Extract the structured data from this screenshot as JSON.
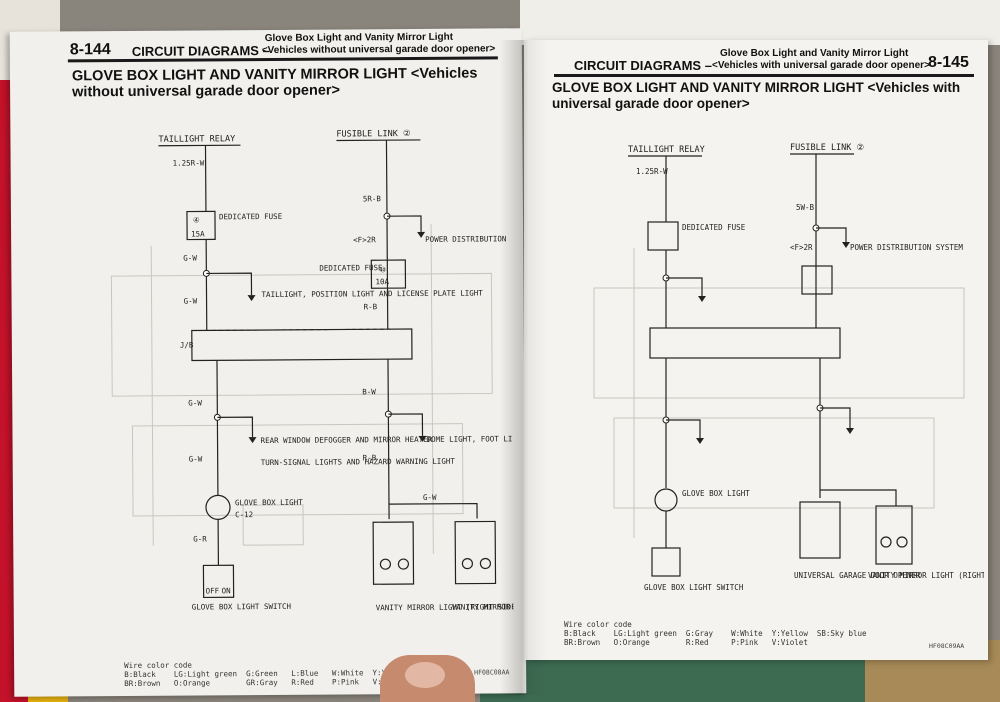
{
  "left_page": {
    "page_number": "8-144",
    "section": "CIRCUIT DIAGRAMS –",
    "subheader_top": "Glove Box Light and Vanity Mirror Light",
    "subheader_bottom": "<Vehicles without universal garade door opener>",
    "title_line1": "GLOVE BOX LIGHT AND VANITY MIRROR LIGHT <Vehicles",
    "title_line2": "without universal garade door opener>",
    "labels": {
      "taillight_relay": "TAILLIGHT RELAY",
      "fusible_link": "FUSIBLE LINK ②",
      "w1": "1.25R-W",
      "w2": "5R-B",
      "dedicated_fuse": "DEDICATED FUSE",
      "fuse_num": "④",
      "fuse_amp": "15A",
      "f2r": "<F>2R",
      "power_dist": "POWER DISTRIBUTION SYSTEM",
      "fuse2_num": "⑩",
      "fuse2_amp": "10A",
      "gw": "G-W",
      "rb": "R-B",
      "bw": "B-W",
      "gr": "G-R",
      "taillight_note": "TAILLIGHT, POSITION LIGHT AND LICENSE PLATE LIGHT",
      "jb": "J/B",
      "rear_window": "REAR WINDOW DEFOGGER AND MIRROR HEATER",
      "turn_signal": "TURN-SIGNAL LIGHTS AND HAZARD WARNING LIGHT",
      "dome_light": "DOME LIGHT, FOOT LIGHT AND LUGGAGE COMPARTMENT LIGHT",
      "glove_box_light": "GLOVE BOX LIGHT",
      "c12": "C-12",
      "glove_box_switch": "GLOVE BOX LIGHT SWITCH",
      "vanity_right": "VANITY MIRROR LIGHT (RIGHT SIDE)",
      "vanity_left": "VANITY MIRROR LIGHT (RIGHT SIDE)",
      "off": "OFF",
      "on": "ON"
    },
    "legend_title": "Wire color code",
    "legend_row1": "B:Black    LG:Light green  G:Green   L:Blue   W:White  Y:Yellow  SB:Sky blue",
    "legend_row2": "BR:Brown   O:Orange        GR:Gray   R:Red    P:Pink   V:Violet",
    "fig_code": "HF08C08AA"
  },
  "right_page": {
    "page_number": "8-145",
    "section": "CIRCUIT DIAGRAMS –",
    "subheader_top": "Glove Box Light and Vanity Mirror Light",
    "subheader_bottom": "<Vehicles with universal garade door opener>",
    "title_line1": "GLOVE BOX LIGHT AND VANITY MIRROR LIGHT <Vehicles with",
    "title_line2": "universal garade door opener>",
    "labels": {
      "taillight_relay": "TAILLIGHT RELAY",
      "fusible_link": "FUSIBLE LINK ②",
      "w1": "1.25R-W",
      "w2": "5W-B",
      "dedicated_fuse": "DEDICATED FUSE",
      "f2r": "<F>2R",
      "power_dist": "POWER DISTRIBUTION SYSTEM",
      "garage": "UNIVERSAL GARAGE DOOR OPENER",
      "vanity": "VANITY MIRROR LIGHT (RIGHT SIDE)",
      "glove_box_switch": "GLOVE BOX LIGHT SWITCH",
      "glove_box_light": "GLOVE BOX LIGHT"
    },
    "legend_title": "Wire color code",
    "legend_row1": "B:Black    LG:Light green  G:Gray    W:White  Y:Yellow  SB:Sky blue",
    "legend_row2": "BR:Brown   O:Orange        R:Red     P:Pink   V:Violet",
    "fig_code": "HF08C09AA"
  }
}
